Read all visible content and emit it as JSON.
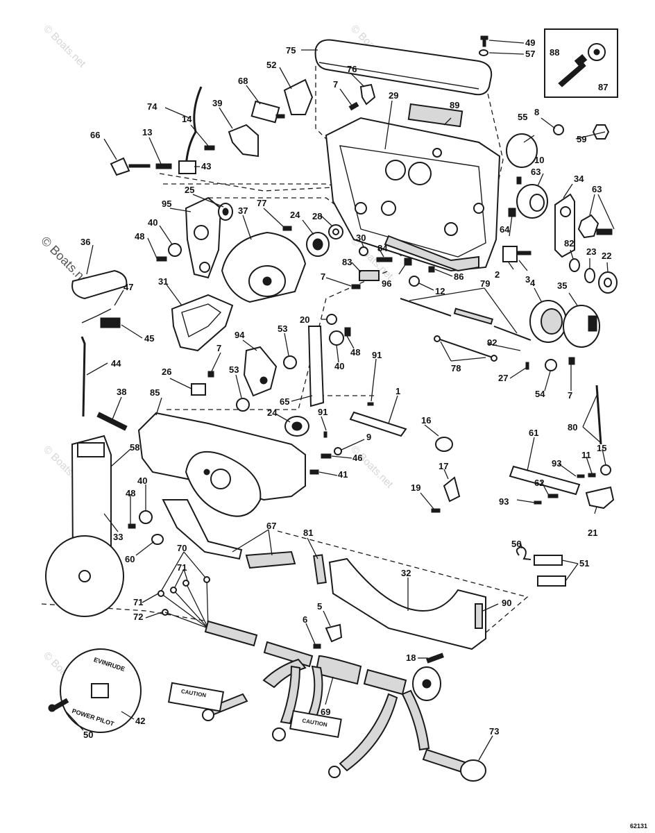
{
  "watermark": "© Boats.net",
  "drawing_code": "62131",
  "decal_text": {
    "cover_brand": "EVINRUDE",
    "cover_product": "POWER PILOT",
    "caution_1": "CAUTION",
    "caution_2": "CAUTION"
  },
  "callouts": {
    "c1": "1",
    "c2": "2",
    "c3": "3",
    "c4": "4",
    "c5": "5",
    "c6": "6",
    "c7a": "7",
    "c7b": "7",
    "c7c": "7",
    "c7d": "7",
    "c8": "8",
    "c9": "9",
    "c10": "10",
    "c11": "11",
    "c12": "12",
    "c13": "13",
    "c14": "14",
    "c15": "15",
    "c16": "16",
    "c17": "17",
    "c18": "18",
    "c19": "19",
    "c20": "20",
    "c21": "21",
    "c22": "22",
    "c23": "23",
    "c24a": "24",
    "c24b": "24",
    "c25": "25",
    "c26": "26",
    "c27": "27",
    "c28": "28",
    "c29": "29",
    "c30": "30",
    "c31": "31",
    "c32": "32",
    "c33": "33",
    "c34": "34",
    "c35": "35",
    "c36": "36",
    "c37": "37",
    "c38": "38",
    "c39": "39",
    "c40a": "40",
    "c40b": "40",
    "c40c": "40",
    "c41": "41",
    "c42": "42",
    "c43": "43",
    "c44": "44",
    "c45": "45",
    "c46": "46",
    "c47": "47",
    "c48a": "48",
    "c48b": "48",
    "c48c": "48",
    "c49": "49",
    "c50": "50",
    "c51": "51",
    "c52": "52",
    "c53a": "53",
    "c53b": "53",
    "c54": "54",
    "c55": "55",
    "c56": "56",
    "c57": "57",
    "c58": "58",
    "c59": "59",
    "c60": "60",
    "c61": "61",
    "c62": "62",
    "c63a": "63",
    "c63b": "63",
    "c64": "64",
    "c65": "65",
    "c66": "66",
    "c67": "67",
    "c68": "68",
    "c69": "69",
    "c70": "70",
    "c71a": "71",
    "c71b": "71",
    "c72": "72",
    "c73": "73",
    "c74": "74",
    "c75": "75",
    "c76": "76",
    "c77": "77",
    "c78": "78",
    "c79": "79",
    "c80": "80",
    "c81": "81",
    "c82": "82",
    "c83": "83",
    "c84": "84",
    "c85": "85",
    "c86": "86",
    "c87": "87",
    "c88": "88",
    "c89": "89",
    "c90": "90",
    "c91a": "91",
    "c91b": "91",
    "c92": "92",
    "c93a": "93",
    "c93b": "93",
    "c94": "94",
    "c95": "95",
    "c96": "96"
  }
}
